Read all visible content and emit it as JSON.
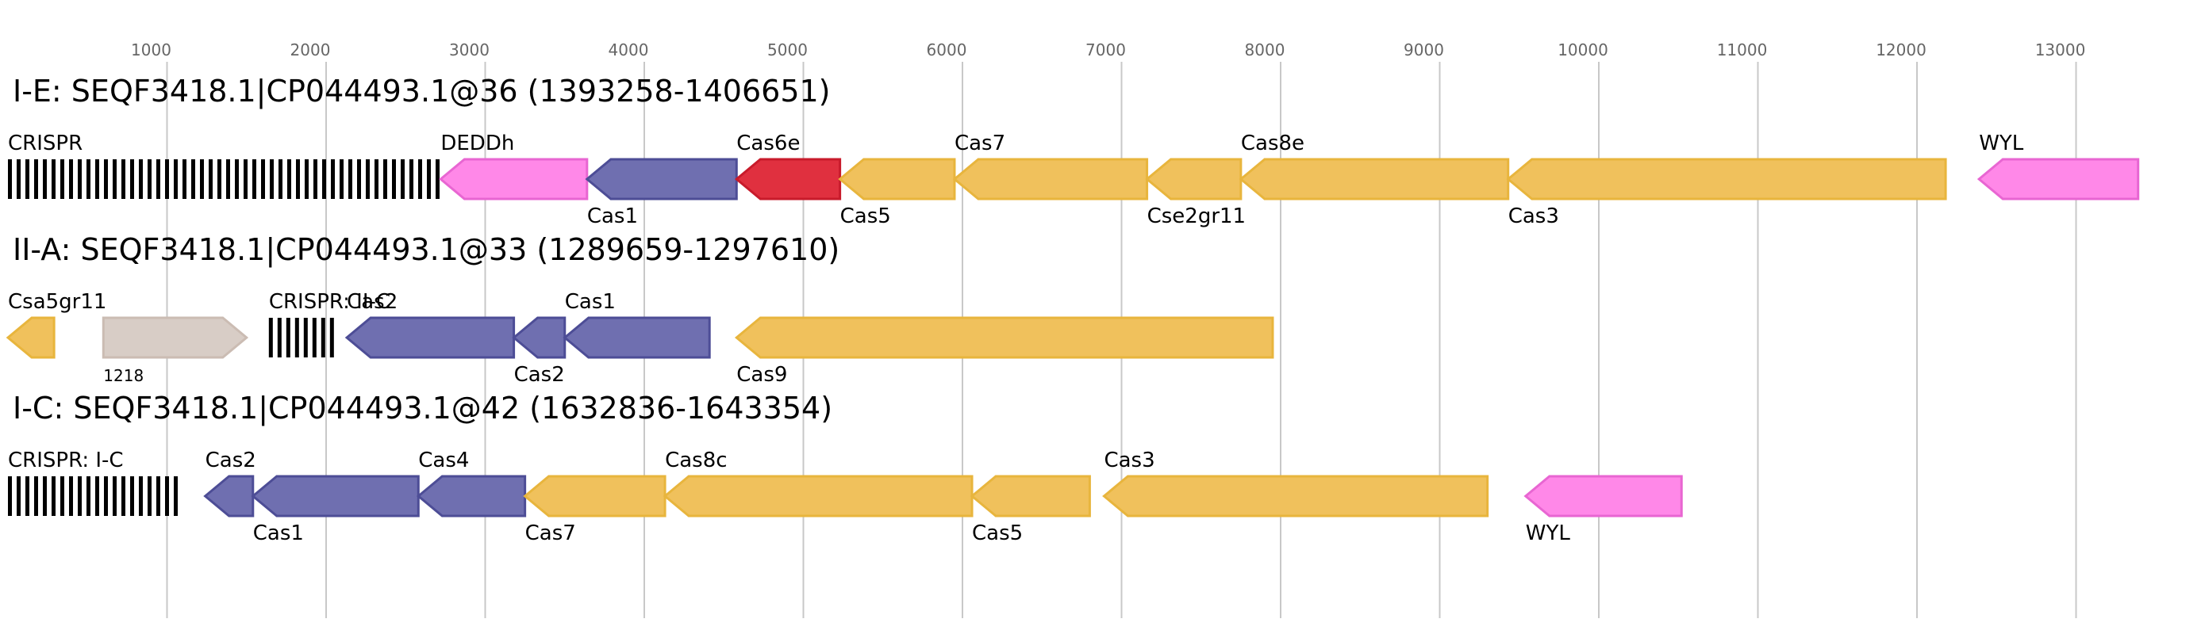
{
  "axis": {
    "ticks": [
      1000,
      2000,
      3000,
      4000,
      5000,
      6000,
      7000,
      8000,
      9000,
      10000,
      11000,
      12000,
      13000
    ]
  },
  "colors": {
    "yellow": "#f0c15c",
    "yellow_stroke": "#e8b53d",
    "blue": "#6f6fb0",
    "blue_stroke": "#4d4d96",
    "pink": "#ff88e8",
    "pink_stroke": "#e866d2",
    "red": "#e0303f",
    "red_stroke": "#c81b2b",
    "grey": "#d8cdc6",
    "grey_stroke": "#cbbcb3"
  },
  "tracks": [
    {
      "title": "I-E: SEQF3418.1|CP044493.1@36 (1393258-1406651)",
      "crisprs": [
        {
          "label": "CRISPR",
          "start": 0,
          "end": 2720
        }
      ],
      "genes": [
        {
          "label": "DEDDh",
          "start": 2720,
          "end": 3640,
          "dir": "-",
          "color": "pink",
          "label_pos": "above"
        },
        {
          "label": "Cas1",
          "start": 3640,
          "end": 4580,
          "dir": "-",
          "color": "blue",
          "label_pos": "below"
        },
        {
          "label": "Cas6e",
          "start": 4580,
          "end": 5230,
          "dir": "-",
          "color": "red",
          "label_pos": "above"
        },
        {
          "label": "Cas5",
          "start": 5230,
          "end": 5950,
          "dir": "-",
          "color": "yellow",
          "label_pos": "below"
        },
        {
          "label": "Cas7",
          "start": 5950,
          "end": 7160,
          "dir": "-",
          "color": "yellow",
          "label_pos": "above"
        },
        {
          "label": "Cse2gr11",
          "start": 7160,
          "end": 7750,
          "dir": "-",
          "color": "yellow",
          "label_pos": "below"
        },
        {
          "label": "Cas8e",
          "start": 7750,
          "end": 9430,
          "dir": "-",
          "color": "yellow",
          "label_pos": "above"
        },
        {
          "label": "Cas3",
          "start": 9430,
          "end": 12180,
          "dir": "-",
          "color": "yellow",
          "label_pos": "below"
        },
        {
          "label": "WYL",
          "start": 12390,
          "end": 13390,
          "dir": "-",
          "color": "pink",
          "label_pos": "above"
        }
      ]
    },
    {
      "title": "II-A: SEQF3418.1|CP044493.1@33 (1289659-1297610)",
      "crisprs": [
        {
          "label": "CRISPR: II-C",
          "start": 1640,
          "end": 2070
        }
      ],
      "genes": [
        {
          "label": "Csa5gr11",
          "start": 0,
          "end": 290,
          "dir": "-",
          "color": "yellow",
          "label_pos": "above"
        },
        {
          "label": "1218",
          "start": 600,
          "end": 1500,
          "dir": "+",
          "color": "grey",
          "label_pos": "below-small"
        },
        {
          "label": "Cas2",
          "start": 2130,
          "end": 3180,
          "dir": "-",
          "color": "blue",
          "label_pos": "above"
        },
        {
          "label": "Cas2",
          "start": 3180,
          "end": 3500,
          "dir": "-",
          "color": "blue",
          "label_pos": "below"
        },
        {
          "label": "Cas1",
          "start": 3500,
          "end": 4410,
          "dir": "-",
          "color": "blue",
          "label_pos": "above"
        },
        {
          "label": "Cas9",
          "start": 4580,
          "end": 7950,
          "dir": "-",
          "color": "yellow",
          "label_pos": "below"
        }
      ]
    },
    {
      "title": "I-C: SEQF3418.1|CP044493.1@42 (1632836-1643354)",
      "crisprs": [
        {
          "label": "CRISPR: I-C",
          "start": 0,
          "end": 1090
        }
      ],
      "genes": [
        {
          "label": "Cas2",
          "start": 1240,
          "end": 1540,
          "dir": "-",
          "color": "blue",
          "label_pos": "above"
        },
        {
          "label": "Cas1",
          "start": 1540,
          "end": 2580,
          "dir": "-",
          "color": "blue",
          "label_pos": "below"
        },
        {
          "label": "Cas4",
          "start": 2580,
          "end": 3250,
          "dir": "-",
          "color": "blue",
          "label_pos": "above"
        },
        {
          "label": "Cas7",
          "start": 3250,
          "end": 4130,
          "dir": "-",
          "color": "yellow",
          "label_pos": "below"
        },
        {
          "label": "Cas8c",
          "start": 4130,
          "end": 6060,
          "dir": "-",
          "color": "yellow",
          "label_pos": "above"
        },
        {
          "label": "Cas5",
          "start": 6060,
          "end": 6800,
          "dir": "-",
          "color": "yellow",
          "label_pos": "below"
        },
        {
          "label": "Cas3",
          "start": 6890,
          "end": 9300,
          "dir": "-",
          "color": "yellow",
          "label_pos": "above"
        },
        {
          "label": "WYL",
          "start": 9540,
          "end": 10520,
          "dir": "-",
          "color": "pink",
          "label_pos": "below"
        }
      ]
    }
  ]
}
